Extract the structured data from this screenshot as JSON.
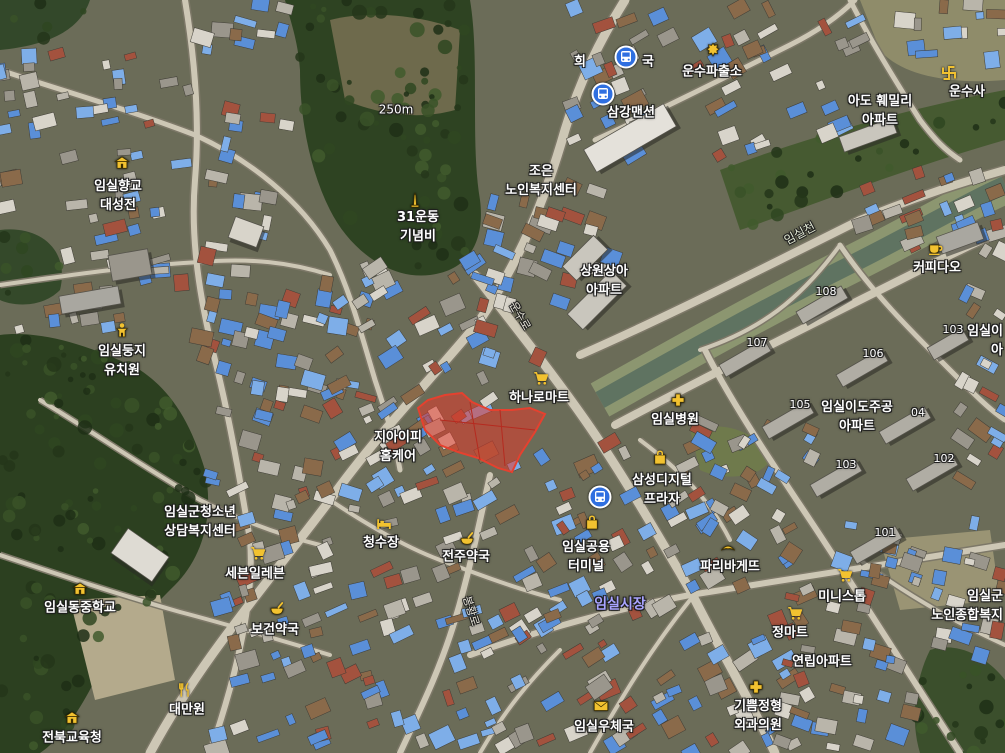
{
  "map": {
    "scale_label": "250m",
    "river_label": "임실천",
    "road_labels": {
      "unsu_ro": "운수로",
      "bonghwang_ro": "봉황로"
    }
  },
  "colors": {
    "bus_blue": "#2f6fe0",
    "poi_gold": "#f2c230",
    "highlight_fill": "#e23b2c",
    "highlight_stroke": "#e5412f",
    "market_label": "#a9a4ff"
  },
  "labels": {
    "huimang_a": "희",
    "huimang_b": "국",
    "unsu_police": "운수파출소",
    "samgang": "삼강맨션",
    "unsusa": "운수사",
    "ado_1": "아도 훼밀리",
    "ado_2": "아파트",
    "hyanggyo_1": "임실향교",
    "hyanggyo_2": "대성전",
    "joeun_1": "조은",
    "joeun_2": "노인복지센터",
    "monument_1": "31운동",
    "monument_2": "기념비",
    "sangwon_1": "상원상아",
    "sangwon_2": "아파트",
    "coffee": "커피다오",
    "ipyeon_1": "임실이",
    "ipyeon_2": "아",
    "ido_1": "임실이도주공",
    "ido_2": "아파트",
    "dungji_1": "임실둥지",
    "dungji_2": "유치원",
    "hanaro": "하나로마트",
    "hospital": "임실병원",
    "gip_1": "지아이피",
    "gip_2": "홈케어",
    "samsung_1": "삼성디지털",
    "samsung_2": "프라자",
    "terminal_1": "임실공용",
    "terminal_2": "터미널",
    "youth_1": "임실군청소년",
    "youth_2": "상담복지센터",
    "cheongsu": "청수장",
    "jeonju_pharm": "전주약국",
    "seven": "세븐일레븐",
    "paris": "파리바게뜨",
    "ministop": "미니스톱",
    "senior_1": "임실군",
    "senior_2": "노인종합복지",
    "market": "임실시장",
    "jeong_mart": "정마트",
    "bogeon": "보건약국",
    "middle_school": "임실동중학교",
    "yeonrip": "연립아파트",
    "daeman": "대만원",
    "gippeum_1": "기쁨정형",
    "gippeum_2": "외과의원",
    "post": "임실우체국",
    "edu": "전북교육청"
  },
  "buildings": [
    "108",
    "107",
    "106",
    "103",
    "105",
    "04",
    "103",
    "102",
    "101"
  ],
  "poi_icons": {
    "bus": "bus-stop-icon",
    "police": "police-badge-icon",
    "temple": "temple-icon",
    "school": "school-icon",
    "monument": "monument-icon",
    "coffee": "coffee-cup-icon",
    "mart": "shopping-cart-icon",
    "hospital": "medical-cross-icon",
    "lodging": "bed-icon",
    "pharmacy": "pharmacy-icon",
    "bakery": "bakery-icon",
    "restaurant": "restaurant-icon",
    "post": "mail-icon",
    "shop": "shopping-bag-icon",
    "kindergarten": "kindergarten-icon"
  }
}
